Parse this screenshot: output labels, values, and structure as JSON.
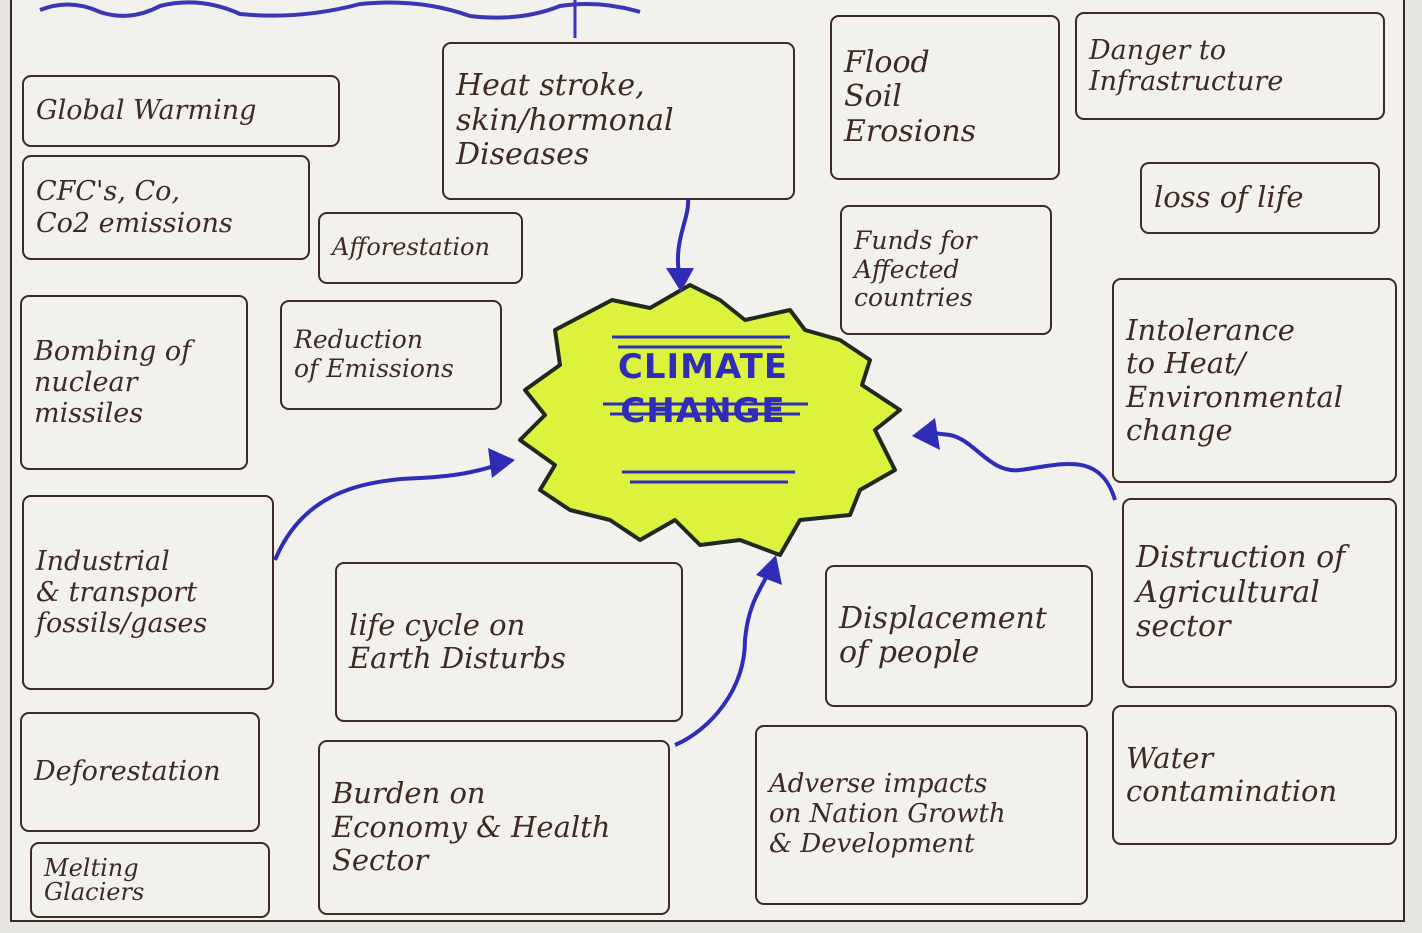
{
  "center": {
    "label": "CLIMATE\nCHANGE"
  },
  "boxes": {
    "global_warming": "Global Warming",
    "cfcs_emissions": "CFC's, Co,\nCo2 emissions",
    "afforestation": "Afforestation",
    "bombing": "Bombing of\nnuclear\nmissiles",
    "reduction_emissions": "Reduction\nof Emissions",
    "industrial_transport": "Industrial\n& transport\nfossils/gases",
    "life_cycle": "life cycle on\nEarth Disturbs",
    "deforestation": "Deforestation",
    "melting_glaciers": "Melting\nGlaciers",
    "burden_economy": "Burden on\nEconomy & Health\nSector",
    "heat_stroke": "Heat stroke,\nskin/hormonal\nDiseases",
    "flood": "Flood\nSoil\nErosions",
    "danger_infrastructure": "Danger to\nInfrastructure",
    "funds": "Funds for\nAffected\ncountries",
    "loss_of_life": "loss of life",
    "intolerance": "Intolerance\nto Heat/\nEnvironmental\nchange",
    "displacement": "Displacement\nof people",
    "destruction_agri": "Distruction of\nAgricultural\nsector",
    "adverse_impacts": "Adverse impacts\non Nation Growth\n& Development",
    "water_contamination": "Water\ncontamination"
  },
  "colors": {
    "ink": "#3e2a22",
    "blue_ink": "#2f2db8",
    "highlight": "#dcf23c",
    "paper": "#f2f1ed"
  }
}
